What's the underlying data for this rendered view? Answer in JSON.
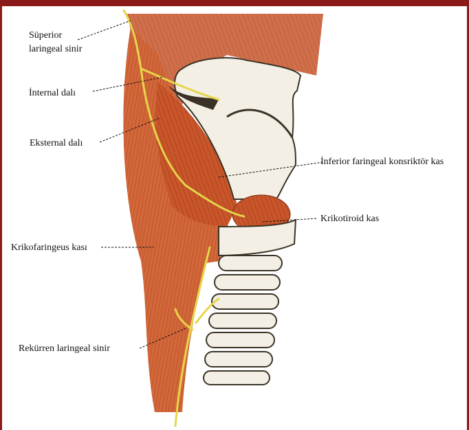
{
  "colors": {
    "frame": "#8b1a1a",
    "muscle": "#c8562a",
    "muscle_dark": "#a83e1c",
    "nerve": "#e6d64a",
    "cartilage": "#f4efe4",
    "cartilage_shadow": "#3a3226"
  },
  "labels": {
    "superior_line1": "Süperior",
    "superior_line2": "laringeal sinir",
    "internal": "İnternal dalı",
    "external": "Eksternal dalı",
    "inferior_constrictor": "İnferior faringeal konsriktör kas",
    "cricothyroid": "Krikotiroid kas",
    "cricopharyngeus": "Krikofaringeus kası",
    "recurrent": "Rekürren laringeal sinir"
  }
}
